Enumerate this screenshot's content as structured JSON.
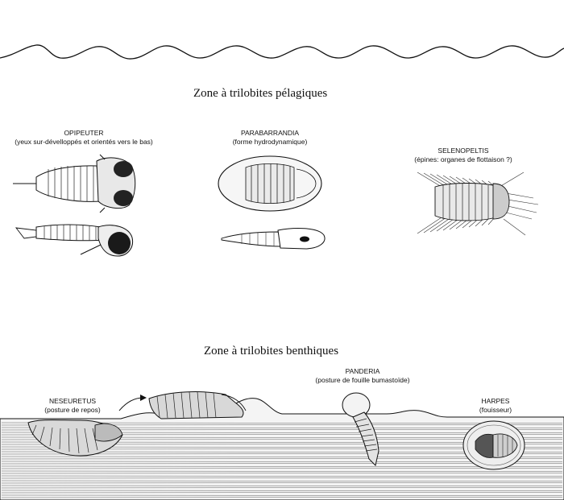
{
  "zones": {
    "pelagic": {
      "title": "Zone à trilobites pélagiques"
    },
    "benthic": {
      "title": "Zone à trilobites benthiques"
    }
  },
  "species": {
    "opipeuter": {
      "name": "OPIPEUTER",
      "desc": "(yeux sur-dévelloppés et orientés vers le bas)"
    },
    "parabarrandia": {
      "name": "PARABARRANDIA",
      "desc": "(forme hydrodynamique)"
    },
    "selenopeltis": {
      "name": "SELENOPELTIS",
      "desc": "(épines: organes de flottaison ?)"
    },
    "neseuretus": {
      "name": "NESEURETUS",
      "desc": "(posture de repos)"
    },
    "panderia": {
      "name": "PANDERIA",
      "desc": "(posture de fouille bumastoïde)"
    },
    "harpes": {
      "name": "HARPES",
      "desc": "(fouisseur)"
    }
  },
  "colors": {
    "ink": "#111111",
    "shade": "#333333",
    "paper": "#ffffff"
  }
}
